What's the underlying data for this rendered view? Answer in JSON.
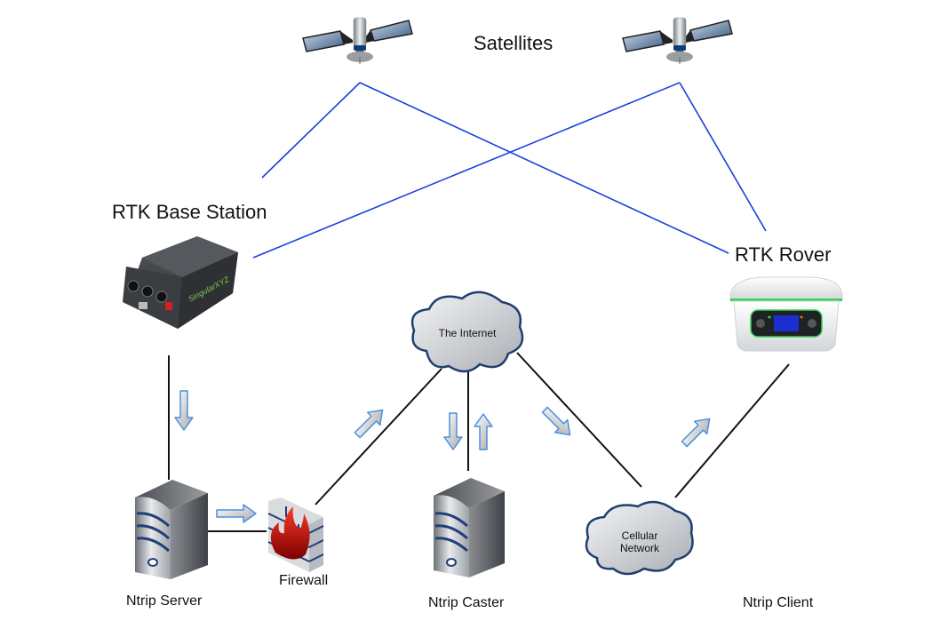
{
  "title": "Satellites",
  "nodes": {
    "base_station": {
      "label": "RTK Base Station",
      "device_brand": "Singular XYZ"
    },
    "rover": {
      "label": "RTK Rover"
    },
    "internet": {
      "label": "The Internet"
    },
    "cellular": {
      "label_line1": "Cellular",
      "label_line2": "Network"
    },
    "ntrip_server": {
      "label": "Ntrip Server"
    },
    "firewall": {
      "label": "Firewall"
    },
    "ntrip_caster": {
      "label": "Ntrip Caster"
    },
    "ntrip_client": {
      "label": "Ntrip Client"
    }
  },
  "colors": {
    "satellite_link": "#1a3fe0",
    "network_link": "#111111",
    "arrow_stroke": "#4a90e2",
    "cloud_stroke": "#1f3f6e",
    "server_stripe": "#1f3f7a",
    "rover_accent": "#3ccf5a"
  },
  "flows": [
    {
      "from": "RTK Base Station",
      "to": "Ntrip Server",
      "direction": "down"
    },
    {
      "from": "Ntrip Server",
      "to": "Firewall",
      "direction": "right"
    },
    {
      "from": "Firewall",
      "to": "The Internet",
      "direction": "up-right"
    },
    {
      "from": "The Internet",
      "to": "Ntrip Caster",
      "direction": "down"
    },
    {
      "from": "Ntrip Caster",
      "to": "The Internet",
      "direction": "up"
    },
    {
      "from": "The Internet",
      "to": "Cellular Network",
      "direction": "down-right"
    },
    {
      "from": "Cellular Network",
      "to": "RTK Rover",
      "direction": "up-right"
    }
  ]
}
